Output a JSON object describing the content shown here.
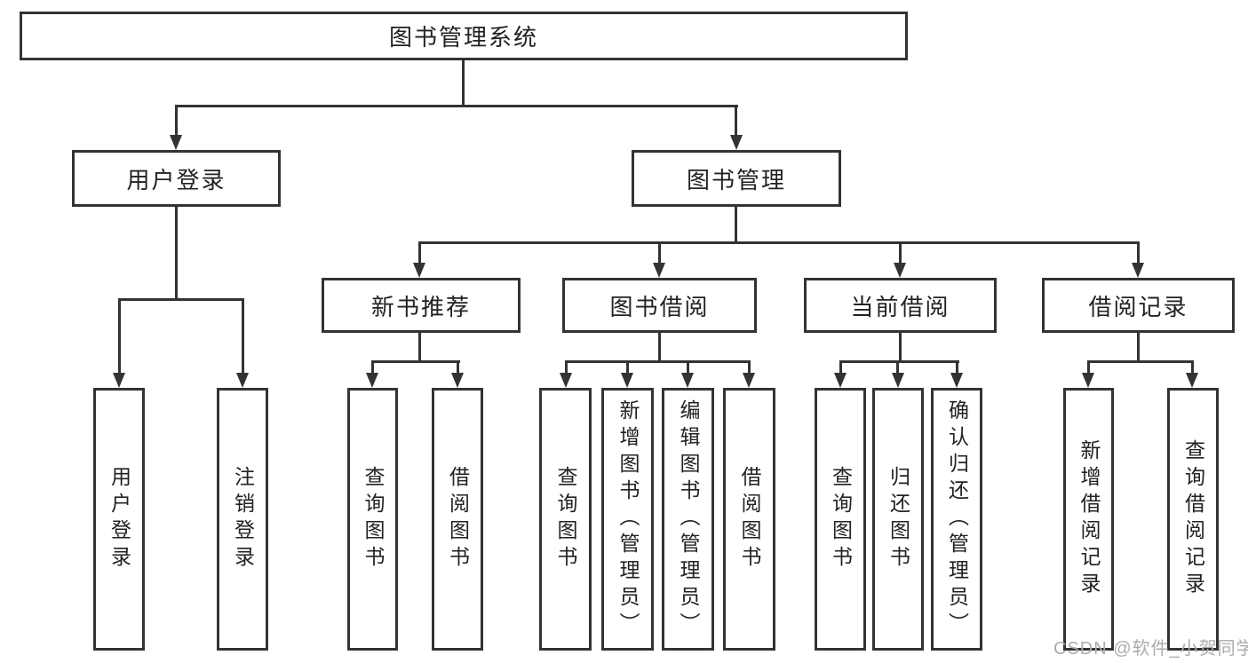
{
  "nodes": {
    "root": {
      "label": "图书管理系统"
    },
    "user_login": {
      "label": "用户登录"
    },
    "book_mgmt": {
      "label": "图书管理"
    },
    "new_book_rec": {
      "label": "新书推荐"
    },
    "book_borrow": {
      "label": "图书借阅"
    },
    "current_borrow": {
      "label": "当前借阅"
    },
    "borrow_record": {
      "label": "借阅记录"
    },
    "sub_user_login": {
      "label": "用户登录"
    },
    "sub_logout": {
      "label": "注销登录"
    },
    "sub_query_book_rec": {
      "label": "查询图书"
    },
    "sub_borrow_book_rec": {
      "label": "借阅图书"
    },
    "sub_query_book_borrow": {
      "label": "查询图书"
    },
    "sub_add_book": {
      "label": "新增图书（管理员）"
    },
    "sub_edit_book": {
      "label": "编辑图书（管理员）"
    },
    "sub_borrow_book_borrow": {
      "label": "借阅图书"
    },
    "sub_query_book_current": {
      "label": "查询图书"
    },
    "sub_return_book": {
      "label": "归还图书"
    },
    "sub_confirm_return": {
      "label": "确认归还（管理员）"
    },
    "sub_add_record": {
      "label": "新增借阅记录"
    },
    "sub_query_record": {
      "label": "查询借阅记录"
    }
  },
  "watermark": "CSDN @软件_小贺同学",
  "colors": {
    "line": "#333333",
    "text": "#222222",
    "watermark": "#acacac",
    "background": "#ffffff"
  }
}
